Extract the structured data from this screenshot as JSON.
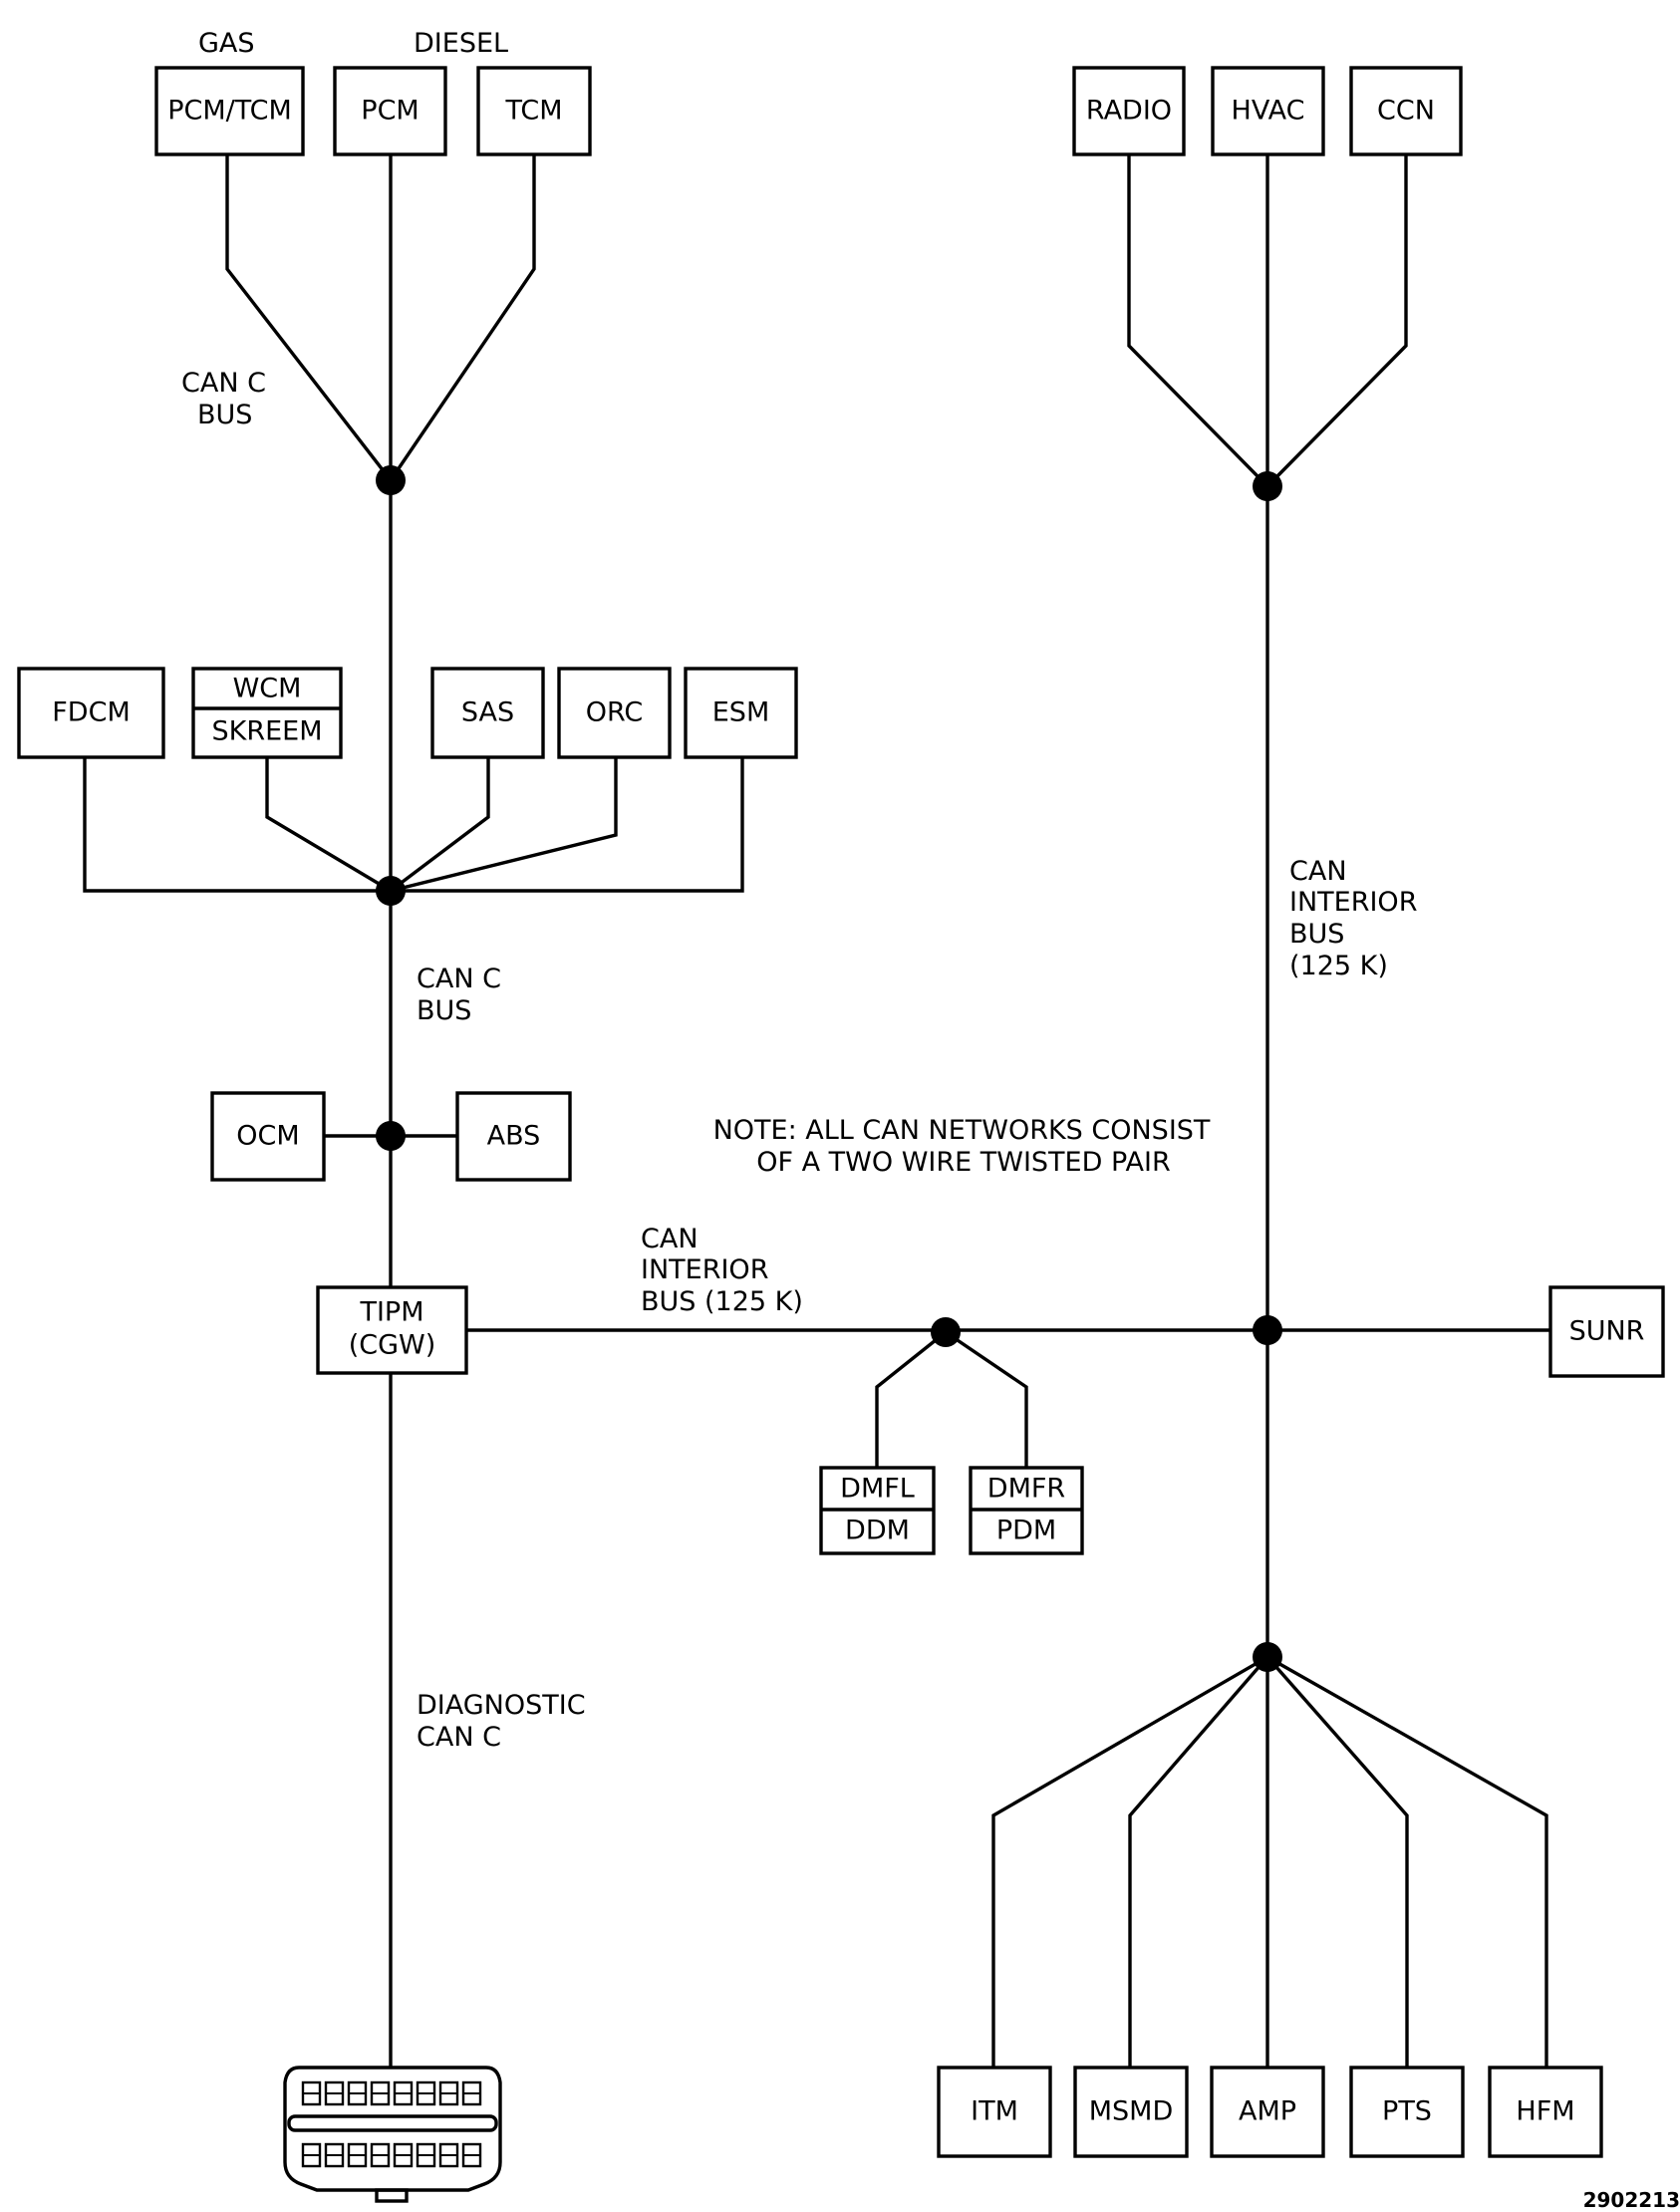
{
  "labels": {
    "gas": "GAS",
    "diesel": "DIESEL",
    "can_c_bus_1": [
      "CAN C",
      "BUS"
    ],
    "can_c_bus_2": [
      "CAN C",
      "BUS"
    ],
    "can_interior_bus_right": [
      "CAN",
      "INTERIOR",
      "BUS",
      "(125 K)"
    ],
    "can_interior_bus_mid": [
      "CAN",
      "INTERIOR",
      "BUS (125 K)"
    ],
    "diagnostic_can_c": [
      "DIAGNOSTIC",
      "CAN C"
    ],
    "note": [
      "NOTE: ALL CAN NETWORKS CONSIST",
      "OF A TWO WIRE TWISTED PAIR"
    ],
    "figure_number": "2902213"
  },
  "modules": {
    "pcm_tcm": "PCM/TCM",
    "pcm": "PCM",
    "tcm": "TCM",
    "radio": "RADIO",
    "hvac": "HVAC",
    "ccn": "CCN",
    "fdcm": "FDCM",
    "wcm": "WCM",
    "skreem": "SKREEM",
    "sas": "SAS",
    "orc": "ORC",
    "esm": "ESM",
    "ocm": "OCM",
    "abs": "ABS",
    "tipm": [
      "TIPM",
      "(CGW)"
    ],
    "sunr": "SUNR",
    "dmfl": "DMFL",
    "ddm": "DDM",
    "dmfr": "DMFR",
    "pdm": "PDM",
    "itm": "ITM",
    "msmd": "MSMD",
    "amp": "AMP",
    "pts": "PTS",
    "hfm": "HFM"
  }
}
